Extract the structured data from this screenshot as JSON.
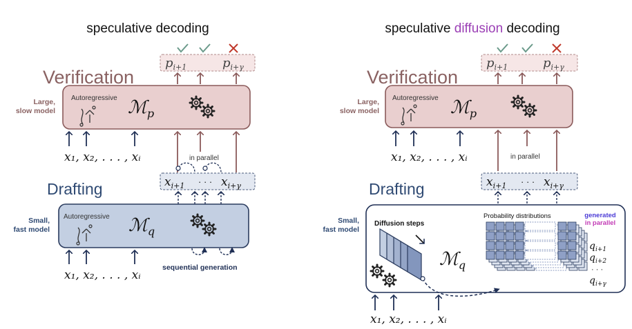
{
  "colors": {
    "verify_fill": "#e9cfcf",
    "verify_stroke": "#8a5a5a",
    "verify_text": "#8a6262",
    "draft_fill": "#c3cfe2",
    "draft_stroke": "#2a3b5e",
    "draft_text": "#2f4a73",
    "arrow_red": "#8a5a5a",
    "arrow_blue": "#1f2f55",
    "check": "#6a9a8a",
    "cross": "#c0392b",
    "purple": "#9b3fb5",
    "dist_blue": "#6a7fb0",
    "gen_blue": "#4b3bd6",
    "gen_purple": "#c23bb5"
  },
  "left": {
    "title": "speculative decoding",
    "verification_label": "Verification",
    "large_model_label_1": "Large,",
    "large_model_label_2": "slow model",
    "verify_box_label": "Autoregressive",
    "verify_model": "ℳ",
    "verify_model_sub": "p",
    "p_first": "p",
    "p_first_sub": "i+1",
    "p_last": "p",
    "p_last_sub": "i+γ",
    "context": "x₁, x₂, . . . , xᵢ",
    "in_parallel": "in parallel",
    "x_first": "x",
    "x_first_sub": "i+1",
    "x_dots": "· · ·",
    "x_last": "x",
    "x_last_sub": "i+γ",
    "drafting_label": "Drafting",
    "small_model_label_1": "Small,",
    "small_model_label_2": "fast model",
    "draft_box_label": "Autoregressive",
    "draft_model": "ℳ",
    "draft_model_sub": "q",
    "sequential": "sequential generation"
  },
  "right": {
    "title_a": "speculative ",
    "title_b": "diffusion",
    "title_c": " decoding",
    "verification_label": "Verification",
    "large_model_label_1": "Large,",
    "large_model_label_2": "slow model",
    "verify_box_label": "Autoregressive",
    "verify_model": "ℳ",
    "verify_model_sub": "p",
    "p_first": "p",
    "p_first_sub": "i+1",
    "p_last": "p",
    "p_last_sub": "i+γ",
    "context": "x₁, x₂, . . . , xᵢ",
    "in_parallel": "in parallel",
    "x_first": "x",
    "x_first_sub": "i+1",
    "x_dots": "· · ·",
    "x_last": "x",
    "x_last_sub": "i+γ",
    "drafting_label": "Drafting",
    "small_model_label_1": "Small,",
    "small_model_label_2": "fast model",
    "diffusion_steps": "Diffusion steps",
    "prob_dist": "Probability distributions",
    "generated_1": "generated",
    "generated_2": "in parallel",
    "draft_model": "ℳ",
    "draft_model_sub": "q",
    "q1": "q",
    "q1_sub": "i+1",
    "q2": "q",
    "q2_sub": "i+2",
    "q_dots": "· · ·",
    "q_last": "q",
    "q_last_sub": "i+γ"
  }
}
